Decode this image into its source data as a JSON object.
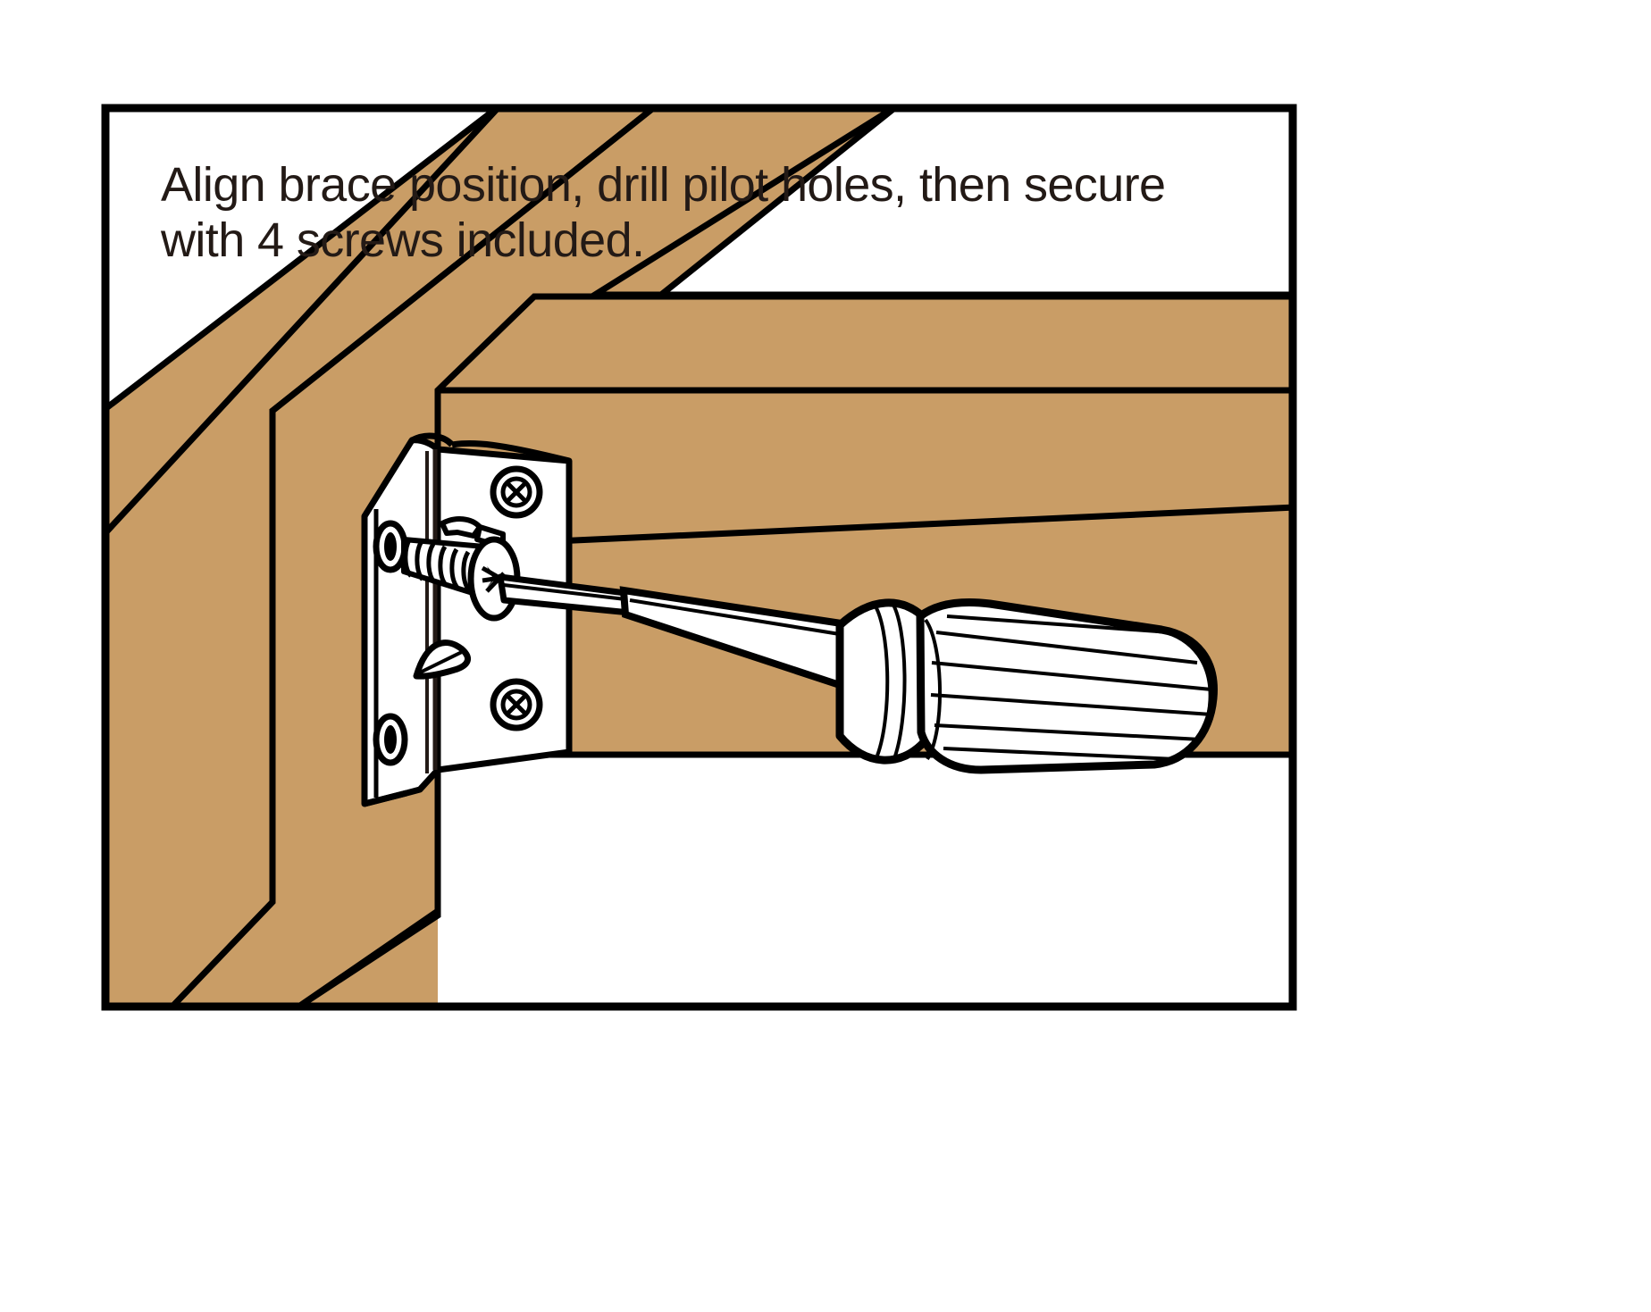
{
  "document": {
    "type": "assembly-instruction-illustration",
    "title": "Corner brace installation step"
  },
  "caption": {
    "line1": "Align brace position, drill pilot holes, then secure",
    "line2": "with 4 screws included.",
    "full_text": "Align brace position, drill pilot holes, then secure with 4 screws included.",
    "screw_count": "4"
  },
  "colors": {
    "wood": "#c99d66",
    "outline": "#000000",
    "background": "#ffffff",
    "metal": "#ffffff",
    "text": "#231a16",
    "detail_line": "#231a16"
  },
  "scene": {
    "frame_label": "illustration-border",
    "parts": [
      {
        "name": "vertical-wood-rail",
        "label": "Vertical wood rail",
        "material": "wood"
      },
      {
        "name": "horizontal-wood-rail",
        "label": "Horizontal wood rail",
        "material": "wood"
      },
      {
        "name": "corner-brace",
        "label": "Metal L corner brace",
        "material": "metal"
      },
      {
        "name": "wood-screw",
        "label": "Wood screw",
        "material": "metal"
      },
      {
        "name": "screwdriver",
        "label": "Phillips screwdriver",
        "material": "metal-and-plastic"
      }
    ],
    "brace": {
      "installed_screws": "2",
      "open_holes": "2",
      "hole_labels": [
        "upper-pilot-hole",
        "lower-pilot-hole"
      ],
      "screw_head_labels": [
        "upper-screw-head",
        "lower-screw-head"
      ]
    },
    "screwdriver": {
      "tip_type": "phillips",
      "handle_flutes": "6"
    }
  }
}
